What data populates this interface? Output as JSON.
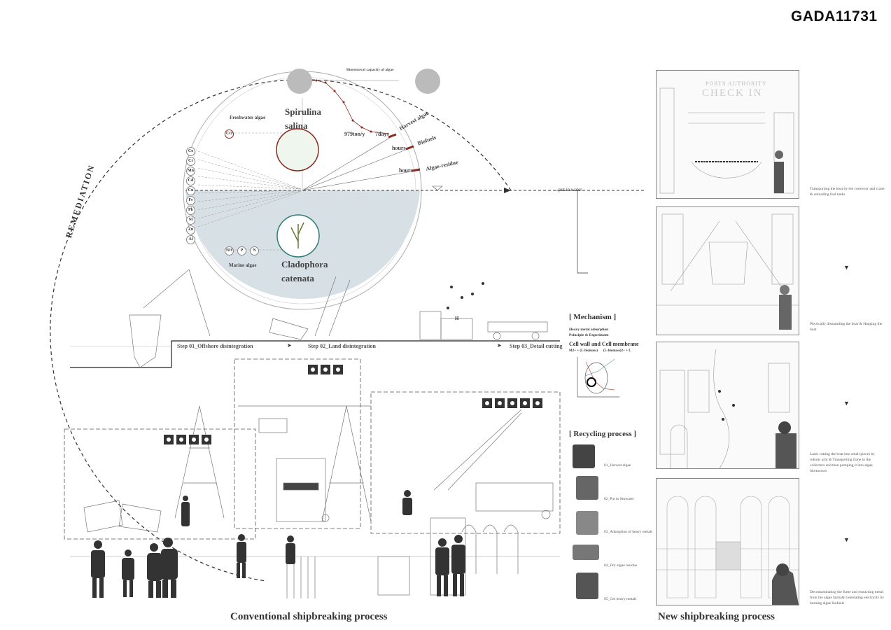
{
  "poster_code": "GADA11731",
  "diagram": {
    "remediation_label": "REMEDIATION",
    "chart_title": "Bioremoval capacity of algae",
    "freshwater_label": "Freshwater algae",
    "marine_label": "Marine algae",
    "spirulina_1": "Spirulina",
    "spirulina_2": "salina",
    "cladophora_1": "Cladophora",
    "cladophora_2": "catenata",
    "capacity_value": "979ton/y",
    "days_value": "7days",
    "harvest_label": "Harvest algae",
    "biofuels_label": "Biofuels",
    "residue_label": "Algae-residue",
    "hours_1": "hours",
    "hours_2": "hours",
    "put_in_water": "put in water",
    "co2": "CO",
    "metals": [
      "Co",
      "Cr",
      "Mn",
      "Cd",
      "Cu",
      "Fe",
      "Pb",
      "Ni",
      "Zn",
      "Al"
    ],
    "nutrients": [
      "NH",
      "P",
      "N"
    ],
    "h_label": "H"
  },
  "steps": {
    "s1": "Step 01_Offshore disintegration",
    "s2": "Step 02_Land disintegration",
    "s3": "Step 03_Detail cutting"
  },
  "mechanism": {
    "title": "[ Mechanism ]",
    "sub1": "Heavy metal adsorption",
    "sub2": "Principle & Experiment",
    "heading": "Cell wall and Cell membrane",
    "formula_left": "M2+ + (L-biomass)",
    "formula_right": "(L-biomass)2+ + L"
  },
  "recycling": {
    "title": "[ Recycling process ]",
    "items": [
      "01_Harvest algae",
      "02_Put in Seawater",
      "03_Adsorption of heavy metals",
      "04_Dry algae residue",
      "05_Get heavy metals"
    ]
  },
  "new_process": {
    "panel1_sign1": "PORTS AUTHORITY",
    "panel1_sign2": "CHECK IN",
    "captions": [
      "Transporting the boat by the conveyor and crane & unloading fuel tanks",
      "Physically dismantling the boat & Hanging the boat",
      "Laser cutting the boat into small pieces by robotic arm & Transporting fume to the collectors and then pumping it into algae bioreactors",
      "Decontaminating the fume and extracting metal from the algae farms& Generating electricity by burning algae biofuels"
    ],
    "arrow": "▼"
  },
  "footer": {
    "left": "Conventional shipbreaking process",
    "right": "New shipbreaking process"
  },
  "colors": {
    "water": "#d7e1e5",
    "accent_red": "#8b2a1e",
    "teal": "#2e7d78"
  }
}
